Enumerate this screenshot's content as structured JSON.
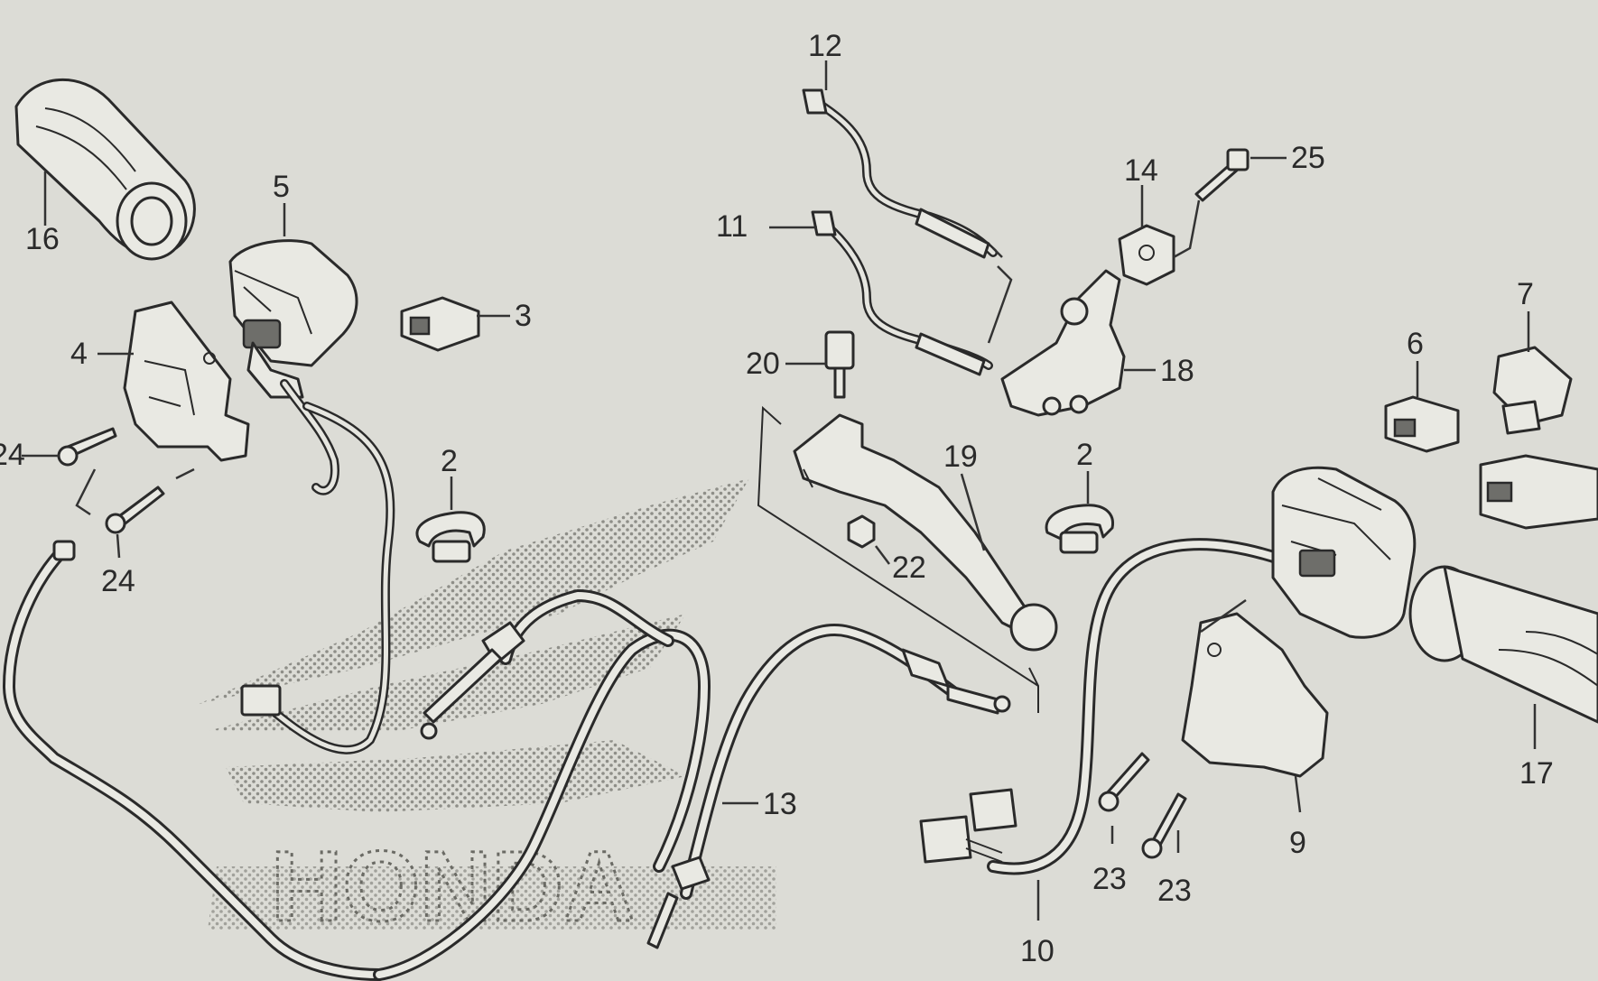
{
  "diagram": {
    "part_numbers": {
      "p2a": "2",
      "p2b": "2",
      "p3": "3",
      "p4": "4",
      "p5": "5",
      "p6": "6",
      "p7": "7",
      "p9": "9",
      "p10": "10",
      "p11": "11",
      "p12": "12",
      "p13": "13",
      "p14": "14",
      "p16": "16",
      "p17": "17",
      "p18": "18",
      "p19": "19",
      "p20": "20",
      "p22": "22",
      "p23a": "23",
      "p23b": "23",
      "p24a": "24",
      "p24b": "24",
      "p25": "25"
    },
    "watermark_text": "HONDA"
  },
  "colors": {
    "paper": "#dcdcd6",
    "ink": "#2a2a2a",
    "part_fill": "#e9e9e3"
  }
}
